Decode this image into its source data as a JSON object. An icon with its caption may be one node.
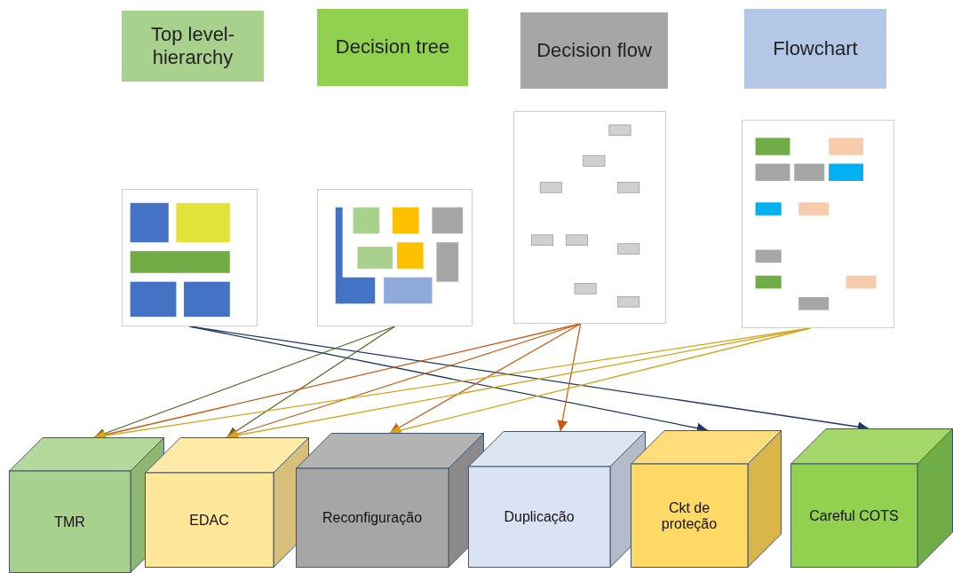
{
  "diagram": {
    "nodes": [
      {
        "text": [
          "Top level-hierarchy"
        ]
      },
      {
        "text": [
          "Decision tree"
        ]
      },
      {
        "text": [
          "Decision flow"
        ]
      },
      {
        "text": [
          "Flowchart"
        ]
      },
      {
        "text": [],
        "shape": "picture"
      },
      {
        "text": [],
        "shape": "picture"
      },
      {
        "text": [],
        "shape": "picture"
      },
      {
        "text": [],
        "shape": "picture"
      },
      {
        "text": [
          "TMR"
        ]
      },
      {
        "text": [
          "EDAC"
        ]
      },
      {
        "text": [
          "Reconfiguração"
        ]
      },
      {
        "text": [
          "Duplicação"
        ]
      },
      {
        "text": [
          "Ckt de proteção"
        ]
      },
      {
        "text": [
          "Careful COTS"
        ]
      }
    ],
    "edges": [
      {
        "from": 4,
        "to": 12,
        "arrow": "to",
        "color": "#1f3864"
      },
      {
        "from": 4,
        "to": 13,
        "arrow": "to",
        "color": "#1f3864"
      },
      {
        "from": 5,
        "to": 8,
        "arrow": "to",
        "color": "#4e6b2a"
      },
      {
        "from": 5,
        "to": 9,
        "arrow": "to",
        "color": "#4e6b2a"
      },
      {
        "from": 6,
        "to": 8,
        "arrow": "to",
        "color": "#c55a11"
      },
      {
        "from": 6,
        "to": 9,
        "arrow": "to",
        "color": "#c55a11"
      },
      {
        "from": 6,
        "to": 10,
        "arrow": "to",
        "color": "#c55a11"
      },
      {
        "from": 6,
        "to": 11,
        "arrow": "to",
        "color": "#c55a11"
      },
      {
        "from": 7,
        "to": 8,
        "arrow": "to",
        "color": "#d4a51c"
      },
      {
        "from": 7,
        "to": 9,
        "arrow": "to",
        "color": "#d4a51c"
      },
      {
        "from": 7,
        "to": 10,
        "arrow": "to",
        "color": "#d4a51c"
      }
    ]
  }
}
